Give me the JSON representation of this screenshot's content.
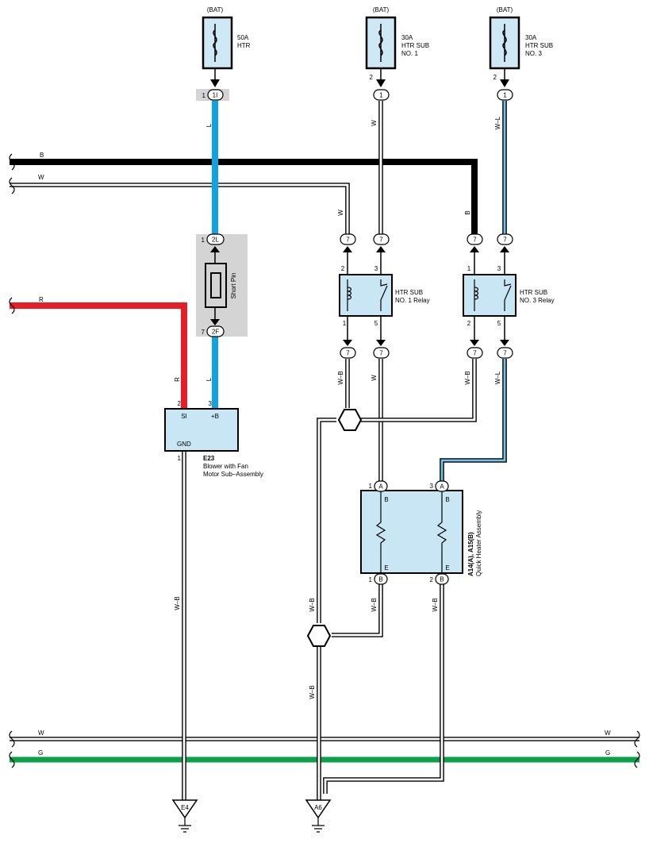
{
  "fuses": [
    {
      "source": "(BAT)",
      "rating": "50A",
      "name": "HTR",
      "name2": "",
      "pin_out": "",
      "connector": "1I"
    },
    {
      "source": "(BAT)",
      "rating": "30A",
      "name": "HTR SUB",
      "name2": "NO. 1",
      "pin_out": "2",
      "connector": "1"
    },
    {
      "source": "(BAT)",
      "rating": "30A",
      "name": "HTR SUB",
      "name2": "NO. 3",
      "pin_out": "2",
      "connector": "1"
    }
  ],
  "junction_pins": {
    "j1_pin": "1",
    "j2_top_pin": "1",
    "j2_top_conn": "2L",
    "j2_bot_pin": "7",
    "j2_bot_conn": "2F"
  },
  "short_pin": {
    "label": "Short Pin"
  },
  "bus_lines": {
    "b": "B",
    "w": "W",
    "r": "R",
    "bottom_w_left": "W",
    "bottom_w_right": "W",
    "bottom_g_left": "G",
    "bottom_g_right": "G"
  },
  "wire_labels": {
    "fuse1_down": "L",
    "fuse2_down": "W",
    "fuse3_down": "W–L",
    "w_drop": "W",
    "b_drop": "B",
    "j2_to_blower": "L",
    "r_to_blower": "R",
    "relay1_out1": "W–B",
    "relay1_out5": "W",
    "relay3_out2": "W–B",
    "relay3_out5": "W–L",
    "blower_ground": "W–B",
    "left_ground": "W–B",
    "lower_ground": "W–B",
    "heater_b1": "W–B",
    "heater_b2": "W–B"
  },
  "relays": [
    {
      "name_line1": "HTR SUB",
      "name_line2": "NO. 1 Relay",
      "pin_tl": "2",
      "pin_tr": "3",
      "pin_bl": "1",
      "pin_br": "5",
      "conn": "7"
    },
    {
      "name_line1": "HTR SUB",
      "name_line2": "NO. 3 Relay",
      "pin_tl": "1",
      "pin_tr": "3",
      "pin_bl": "2",
      "pin_br": "5",
      "conn": "7"
    }
  ],
  "blower": {
    "code": "E23",
    "name_line1": "Blower with Fan",
    "name_line2": "Motor Sub–Assembly",
    "term_si": "SI",
    "term_b": "+B",
    "term_gnd": "GND",
    "pin_si": "2",
    "pin_b": "3",
    "pin_gnd": "1"
  },
  "heater": {
    "code": "A14(A), A15(B)",
    "name": "Quick Heater Assembly",
    "pin_a1": "1",
    "pin_a3": "3",
    "conn_a": "A",
    "pin_b1": "1",
    "pin_b2": "2",
    "conn_b": "B",
    "term_b": "B",
    "term_e": "E"
  },
  "grounds": [
    {
      "code": "E4"
    },
    {
      "code": "A6"
    }
  ],
  "colors": {
    "blue_wire": "#10a3e4",
    "red_wire": "#e61e25",
    "green_wire": "#0aa14a",
    "component_fill": "#c8e6f4",
    "junction_grey": "#d4d4d4"
  }
}
